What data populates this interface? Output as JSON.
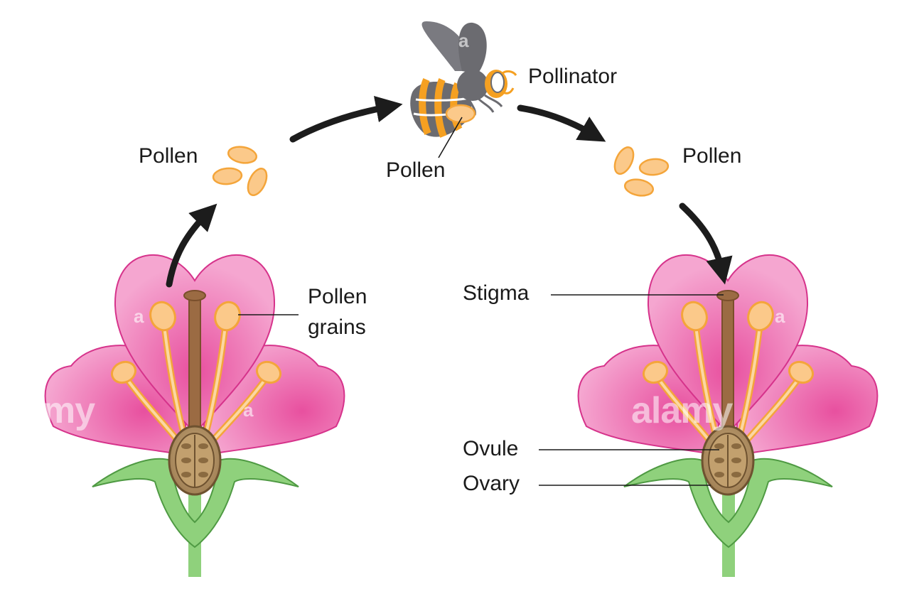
{
  "labels": {
    "pollen_left": "Pollen",
    "pollen_bee": "Pollen",
    "pollinator": "Pollinator",
    "pollen_right": "Pollen",
    "pollen_grains_line1": "Pollen",
    "pollen_grains_line2": "grains",
    "stigma": "Stigma",
    "ovule": "Ovule",
    "ovary": "Ovary"
  },
  "watermark": {
    "text": "alamy",
    "fragment": "my",
    "letter": "a"
  },
  "colors": {
    "petal": "#ef8cc3",
    "petal_edge": "#d6338b",
    "pollen": "#fbc98a",
    "pollen_edge": "#f4a53a",
    "stem": "#8fd17c",
    "ovary": "#a98a60",
    "style": "#9b6b43",
    "arrow": "#1c1c1c",
    "bee_gray": "#6b6b70",
    "bee_orange": "#f5a021"
  }
}
